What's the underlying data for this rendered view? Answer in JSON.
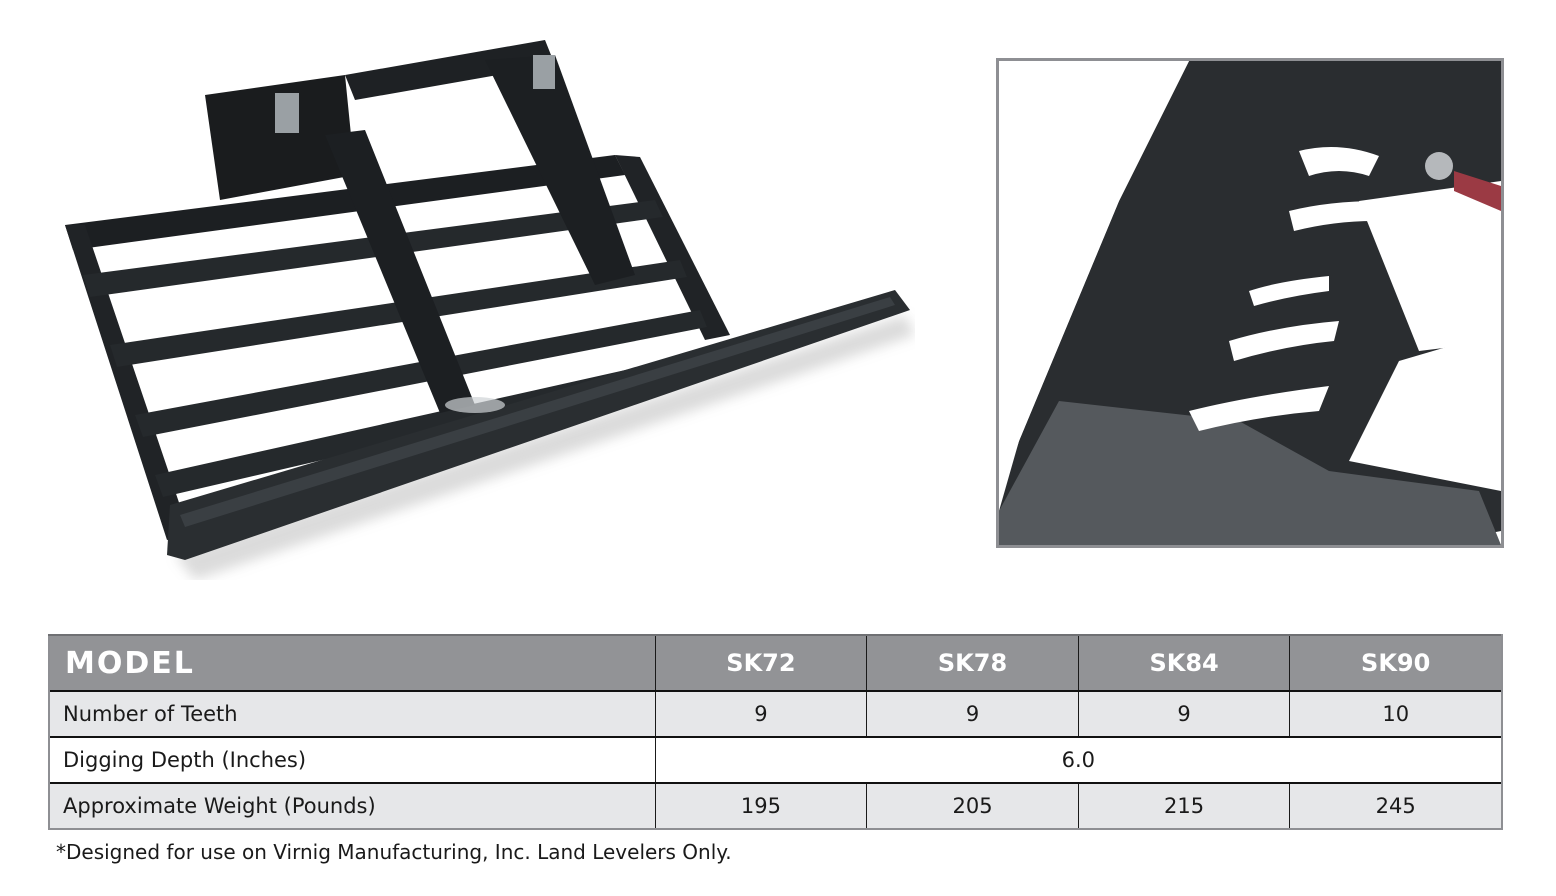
{
  "images": {
    "main_photo": {
      "subject": "skid steer land leveler scarifier attachment frame"
    },
    "detail_photo": {
      "subject": "close-up of scarifier teeth"
    }
  },
  "table": {
    "header": {
      "label": "MODEL",
      "models": [
        "SK72",
        "SK78",
        "SK84",
        "SK90"
      ]
    },
    "rows": [
      {
        "label": "Number of Teeth",
        "values": [
          "9",
          "9",
          "9",
          "10"
        ]
      },
      {
        "label": "Digging Depth (Inches)",
        "merged_value": "6.0"
      },
      {
        "label": "Approximate Weight (Pounds)",
        "values": [
          "195",
          "205",
          "215",
          "245"
        ]
      }
    ]
  },
  "footnote": "*Designed for use on Virnig Manufacturing, Inc. Land Levelers Only.",
  "colors": {
    "header_bg": "#929396",
    "shaded_row": "#e6e7e9",
    "border": "#111111"
  }
}
